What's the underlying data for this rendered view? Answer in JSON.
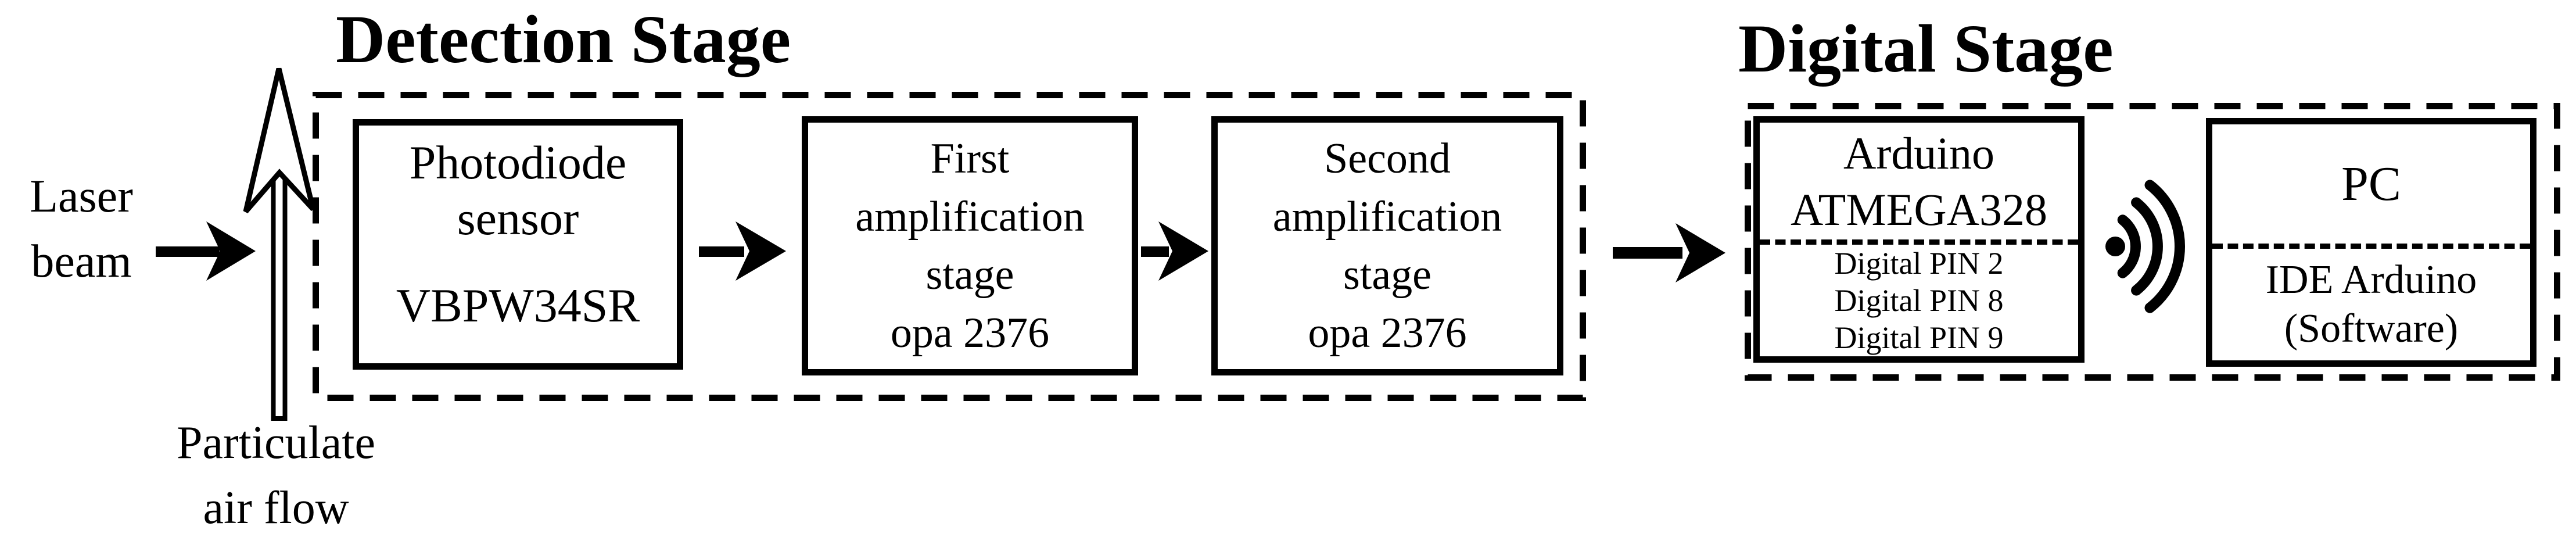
{
  "titles": {
    "detection": "Detection Stage",
    "digital": "Digital Stage"
  },
  "labels": {
    "laser": {
      "line1": "Laser",
      "line2": "beam"
    },
    "particulate": {
      "line1": "Particulate",
      "line2": "air flow"
    }
  },
  "boxes": {
    "photodiode": {
      "line1": "Photodiode",
      "line2": "sensor",
      "line3": "VBPW34SR"
    },
    "first_amp": {
      "line1": "First",
      "line2": "amplification",
      "line3": "stage",
      "line4": "opa 2376"
    },
    "second_amp": {
      "line1": "Second",
      "line2": "amplification",
      "line3": "stage",
      "line4": "opa 2376"
    },
    "arduino": {
      "line1": "Arduino",
      "line2": "ATMEGA328",
      "pins": [
        "Digital PIN 2",
        "Digital PIN 8",
        "Digital PIN 9"
      ]
    },
    "pc": {
      "line1": "PC",
      "line2": "IDE Arduino",
      "line3": "(Software)"
    }
  },
  "icons": {
    "wireless": "wireless-signal-icon",
    "airflow_arrow": "up-arrow-icon",
    "flow_arrows": "right-arrow-icon"
  },
  "colors": {
    "ink": "#000000",
    "background": "#ffffff"
  }
}
